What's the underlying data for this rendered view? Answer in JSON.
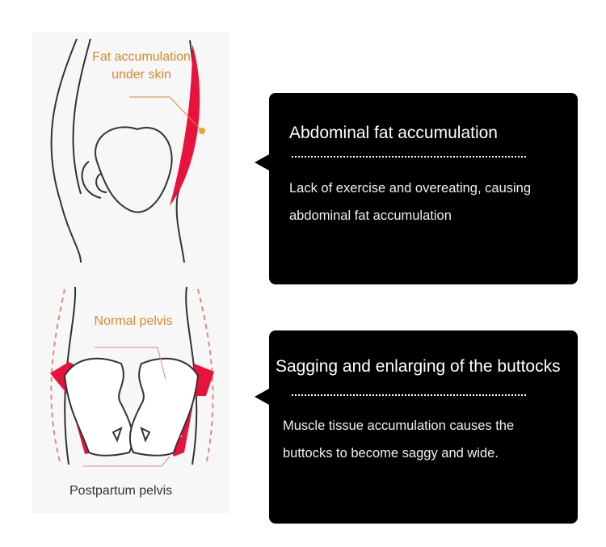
{
  "top_illustration": {
    "label": "Fat accumulation under skin"
  },
  "bottom_illustration": {
    "normal_label": "Normal pelvis",
    "postpartum_label": "Postpartum pelvis"
  },
  "cards": [
    {
      "title": "Abdominal fat accumulation",
      "text": "Lack of exercise and overeating, causing abdominal fat accumulation"
    },
    {
      "title": "Sagging and enlarging of the buttocks",
      "text": "Muscle tissue accumulation causes the buttocks to become saggy and wide."
    }
  ],
  "colors": {
    "accent_red": "#e8123c",
    "label_orange": "#d9892c",
    "card_bg": "#000000"
  }
}
